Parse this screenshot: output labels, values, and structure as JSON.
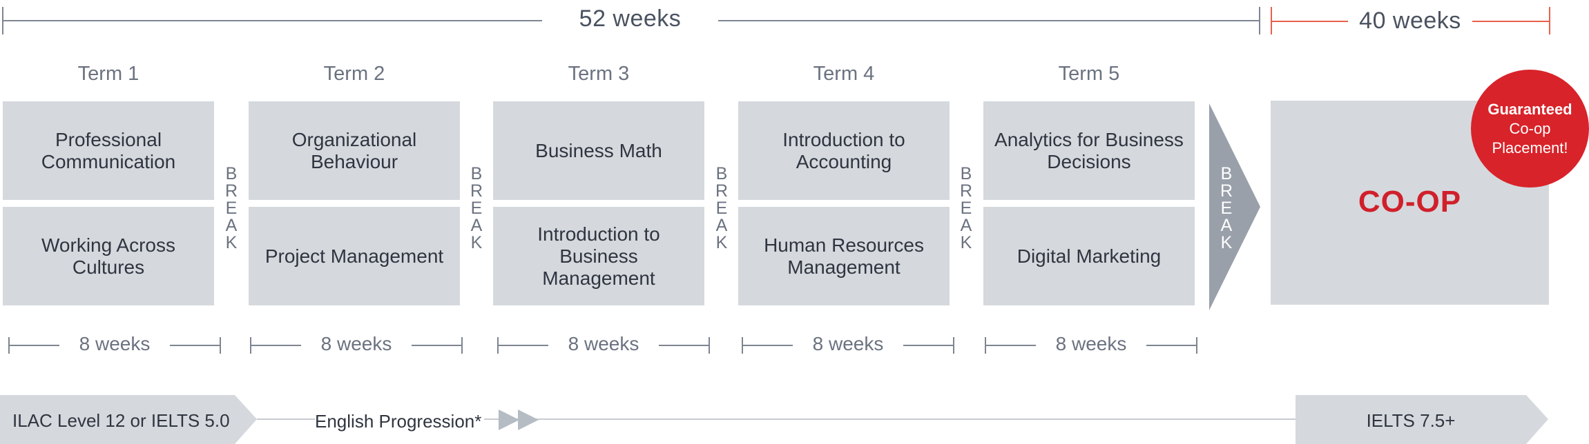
{
  "timeline": {
    "study_span_label": "52 weeks",
    "coop_span_label": "40 weeks"
  },
  "terms": [
    {
      "label": "Term 1",
      "courses": [
        "Professional Communication",
        "Working Across Cultures"
      ],
      "duration": "8 weeks"
    },
    {
      "label": "Term 2",
      "courses": [
        "Organizational Behaviour",
        "Project Management"
      ],
      "duration": "8 weeks"
    },
    {
      "label": "Term 3",
      "courses": [
        "Business Math",
        "Introduction to Business Management"
      ],
      "duration": "8 weeks"
    },
    {
      "label": "Term 4",
      "courses": [
        "Introduction to Accounting",
        "Human Resources Management"
      ],
      "duration": "8 weeks"
    },
    {
      "label": "Term 5",
      "courses": [
        "Analytics for Business Decisions",
        "Digital Marketing"
      ],
      "duration": "8 weeks"
    }
  ],
  "break_label": "BREAK",
  "coop": {
    "label": "CO-OP",
    "badge_line1": "Guaranteed",
    "badge_line2": "Co-op",
    "badge_line3": "Placement!"
  },
  "english": {
    "start_label": "ILAC Level 12 or IELTS 5.0",
    "progression_label": "English Progression*",
    "end_label": "IELTS 7.5+"
  },
  "colors": {
    "box_fill": "#d5d9dd",
    "break_arrow": "#9aa0aa",
    "accent_red": "#d8232a",
    "coop_line": "#e8604a"
  }
}
